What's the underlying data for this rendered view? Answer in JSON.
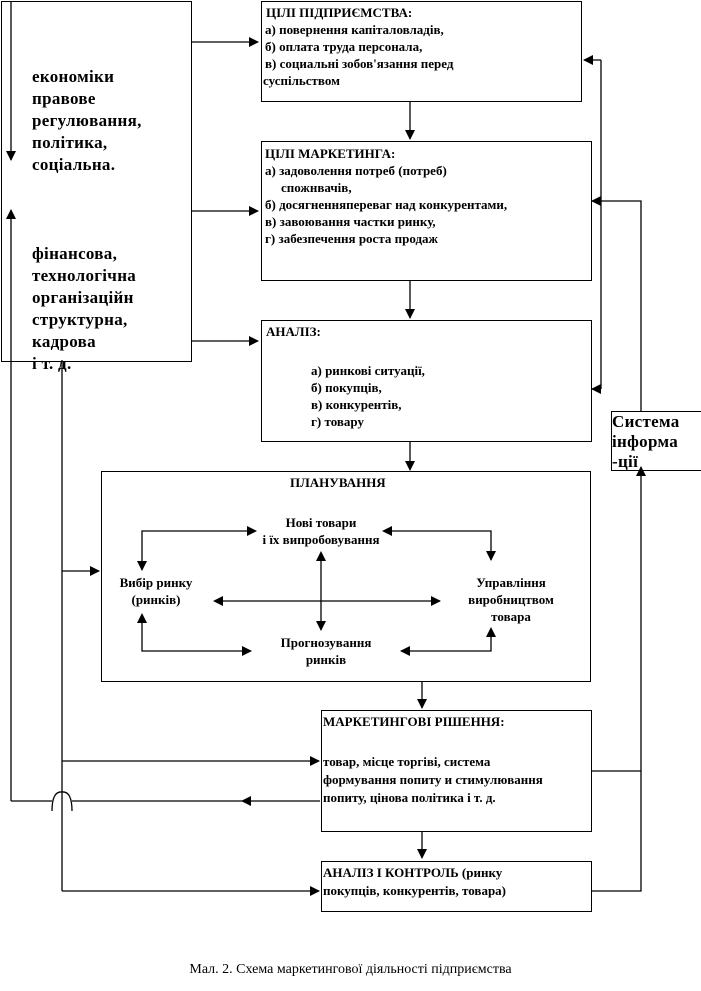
{
  "environment_box": {
    "group1": [
      "економіки",
      "правове",
      "регулювання,",
      "політика,",
      "соціальна."
    ],
    "group2": [
      "фінансова,",
      "технологічна",
      "організаційн",
      "структурна,",
      "кадрова",
      "і т. д."
    ]
  },
  "enterprise_goals": {
    "title": "ЦІЛІ ПІДПРИЄМСТВА:",
    "items": [
      "а) повернення капіталовладів,",
      "б) оплата труда персонала,",
      "в) социальні зобов'язання перед",
      "суспільством"
    ]
  },
  "marketing_goals": {
    "title": "ЦІЛІ МАРКЕТИНГА:",
    "items": [
      "а) задоволення потреб (потреб)",
      "спожнвачів,",
      "б) досягненняпереваг над конкурентами,",
      "в) завоювання частки ринку,",
      "г) забезпечення роста продаж"
    ]
  },
  "analysis": {
    "title": "АНАЛІЗ:",
    "items": [
      "а) ринкові ситуації,",
      "б) покупців,",
      "в) конкурентів,",
      "г) товару"
    ]
  },
  "info_system": {
    "lines": [
      "Система",
      "інформа",
      "-ції"
    ]
  },
  "planning": {
    "title": "ПЛАНУВАННЯ",
    "new_products": [
      "Нові товари",
      "і їх випробовування"
    ],
    "market_choice": [
      "Вибір ринку",
      "(ринків)"
    ],
    "production_management": [
      "Управління",
      "виробництвом",
      "товара"
    ],
    "market_forecasting": [
      "Прогнозування",
      "ринків"
    ]
  },
  "marketing_decisions": {
    "title": "МАРКЕТИНГОВІ РІШЕННЯ:",
    "items": [
      "товар, місце  торгіві, система",
      "формування попиту и стимулювання",
      "попиту,  цінова політика і т. д."
    ]
  },
  "analysis_control": {
    "lines": [
      "АНАЛІЗ І КОНТРОЛЬ (ринку",
      "покупців, конкурентів, товара)"
    ]
  },
  "caption": "Мал. 2. Схема маркетингової діяльності підприємства"
}
